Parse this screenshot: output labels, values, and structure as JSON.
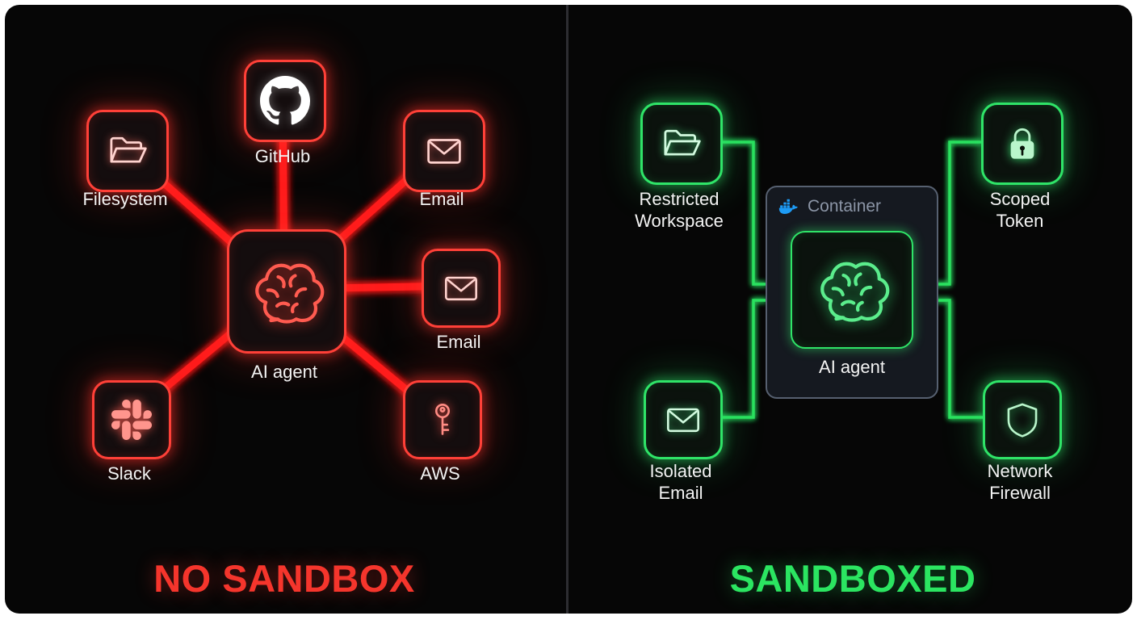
{
  "left": {
    "title": "NO SANDBOX",
    "accent_color": "#f5352c",
    "wire_color": "#ff1f1f",
    "agent": {
      "label": "AI agent",
      "icon": "brain-icon"
    },
    "nodes": [
      {
        "id": "filesystem",
        "label": "Filesystem",
        "icon": "folder-icon"
      },
      {
        "id": "github",
        "label": "GitHub",
        "icon": "github-icon"
      },
      {
        "id": "email-top",
        "label": "Email",
        "icon": "envelope-icon"
      },
      {
        "id": "email-mid",
        "label": "Email",
        "icon": "envelope-icon"
      },
      {
        "id": "slack",
        "label": "Slack",
        "icon": "slack-icon"
      },
      {
        "id": "aws",
        "label": "AWS",
        "icon": "key-icon"
      }
    ]
  },
  "right": {
    "title": "SANDBOXED",
    "accent_color": "#2be561",
    "wire_color": "#29e15e",
    "container_label": "Container",
    "container_icon": "docker-icon",
    "agent": {
      "label": "AI agent",
      "icon": "brain-icon"
    },
    "nodes": [
      {
        "id": "restricted-workspace",
        "line1": "Restricted",
        "line2": "Workspace",
        "icon": "folder-icon"
      },
      {
        "id": "scoped-token",
        "line1": "Scoped",
        "line2": "Token",
        "icon": "lock-icon"
      },
      {
        "id": "isolated-email",
        "line1": "Isolated",
        "line2": "Email",
        "icon": "envelope-icon"
      },
      {
        "id": "network-firewall",
        "line1": "Network",
        "line2": "Firewall",
        "icon": "shield-icon"
      }
    ]
  }
}
